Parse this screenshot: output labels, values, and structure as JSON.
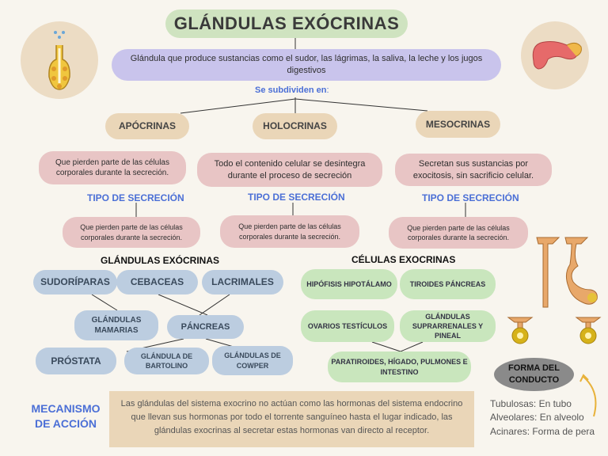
{
  "title": "GLÁNDULAS EXÓCRINAS",
  "definition": "Glándula que produce sustancias como el sudor, las lágrimas, la saliva, la leche y los jugos digestivos",
  "subdivide_label": "Se subdividen en",
  "subdivide_colon": ":",
  "categories": [
    {
      "name": "APÓCRINAS",
      "description": "Que pierden parte de las células corporales durante la secreción.",
      "tipo": "TIPO DE SECRECIÓN",
      "tipo_description": "Que pierden parte de las células corporales durante la secreción."
    },
    {
      "name": "HOLOCRINAS",
      "description": "Todo el contenido celular se desintegra durante el proceso de secreción",
      "tipo": "TIPO DE SECRECIÓN",
      "tipo_description": "Que pierden parte de las células corporales durante la secreción."
    },
    {
      "name": "MESOCRINAS",
      "description": "Secretan sus sustancias por exocitosis, sin sacrificio celular.",
      "tipo": "TIPO DE SECRECIÓN",
      "tipo_description": "Que pierden parte de las células corporales durante la secreción."
    }
  ],
  "glandulas": {
    "heading": "GLÁNDULAS EXÓCRINAS",
    "items": [
      "SUDORÍPARAS",
      "CEBACEAS",
      "LACRIMALES",
      "GLÁNDULAS MAMARIAS",
      "PÁNCREAS",
      "PRÓSTATA",
      "GLÁNDULA DE BARTOLINO",
      "GLÁNDULAS DE COWPER"
    ]
  },
  "celulas": {
    "heading": "CÉLULAS EXOCRINAS",
    "items": [
      "HIPÓFISIS HIPOTÁLAMO",
      "TIROIDES PÁNCREAS",
      "OVARIOS TESTÍCULOS",
      "GLÁNDULAS SUPRARRENALES Y PINEAL",
      "PARATIROIDES, HÍGADO, PULMONES E INTESTINO"
    ]
  },
  "mecanismo": {
    "label": "MECANISMO DE ACCIÓN",
    "text": "Las glándulas del sistema exocrino no actúan como las hormonas del sistema endocrino que llevan sus hormonas por todo el torrente sanguíneo hasta el lugar indicado, las glándulas exocrinas al secretar estas hormonas van directo al receptor."
  },
  "forma": {
    "label": "FORMA DEL CONDUCTO",
    "types": [
      "Tubulosas: En tubo",
      "Alveolares: En alveolo",
      "Acinares: Forma de pera"
    ]
  },
  "colors": {
    "title_bg": "#cfe3c0",
    "definition_bg": "#c9c4ec",
    "category_bg": "#ead6b8",
    "description_bg": "#e8c5c5",
    "glandula_bg": "#bccde0",
    "celula_bg": "#c9e6bd",
    "accent": "#4b6fd6"
  },
  "icons": [
    "gland-illustration-icon",
    "pancreas-icon",
    "tubular-gland-icon",
    "alveolar-gland-icon",
    "acinar-gland-icon",
    "curved-arrow-icon"
  ]
}
